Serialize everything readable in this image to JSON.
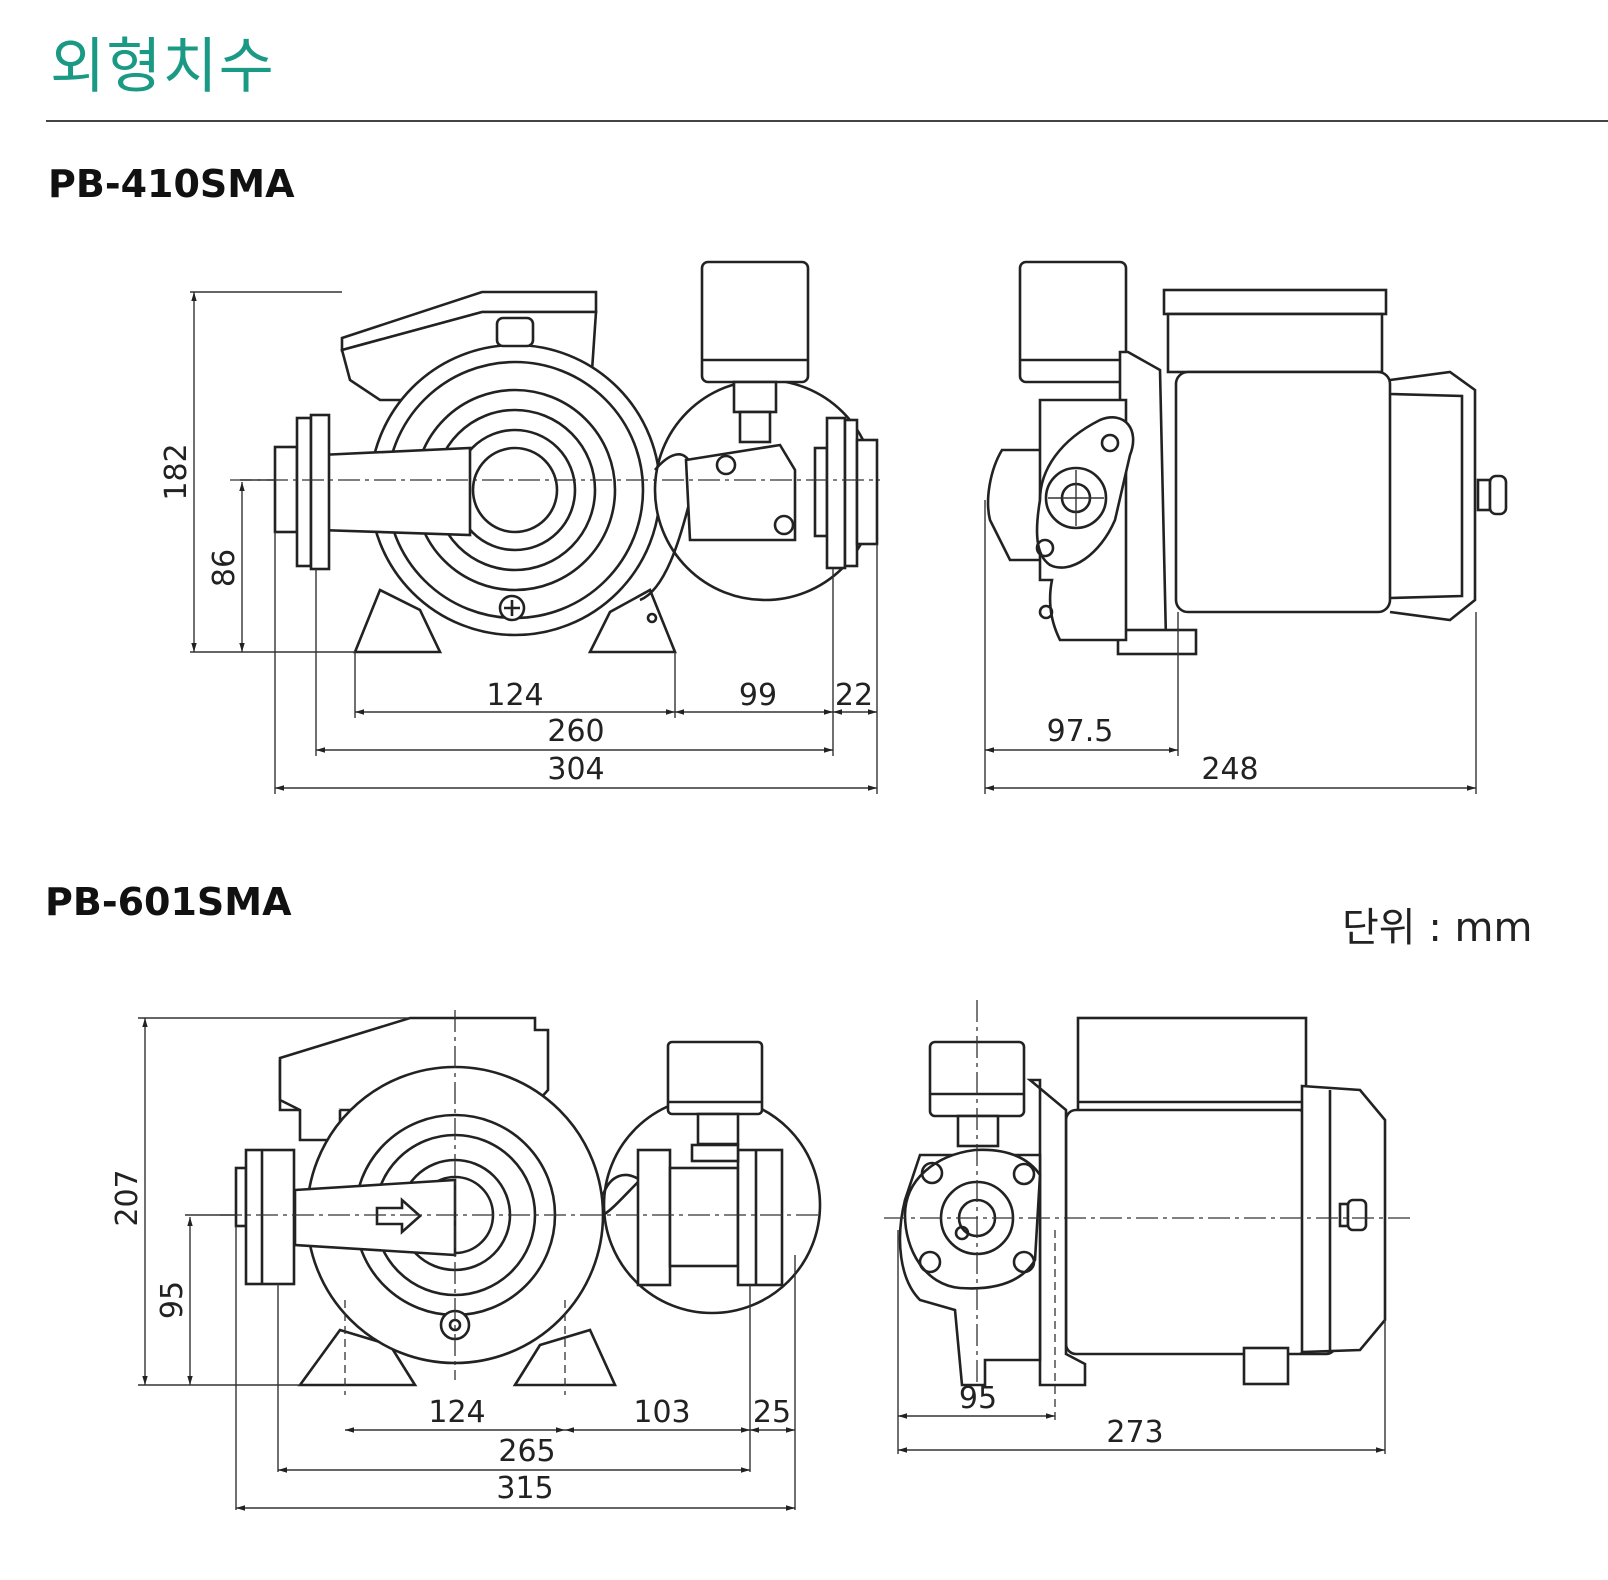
{
  "page": {
    "title": "외형치수",
    "unit_note": "단위 : mm"
  },
  "models": [
    {
      "name": "PB-410SMA",
      "front_view": {
        "height_total": "182",
        "height_axis": "86",
        "dim_124": "124",
        "dim_99": "99",
        "dim_22": "22",
        "dim_260": "260",
        "dim_304": "304"
      },
      "side_view": {
        "dim_97_5": "97.5",
        "dim_248": "248"
      }
    },
    {
      "name": "PB-601SMA",
      "front_view": {
        "height_total": "207",
        "height_axis": "95",
        "dim_124": "124",
        "dim_103": "103",
        "dim_25": "25",
        "dim_265": "265",
        "dim_315": "315"
      },
      "side_view": {
        "dim_95": "95",
        "dim_273": "273"
      }
    }
  ],
  "colors": {
    "title": "#1a9a85",
    "line": "#222222"
  }
}
